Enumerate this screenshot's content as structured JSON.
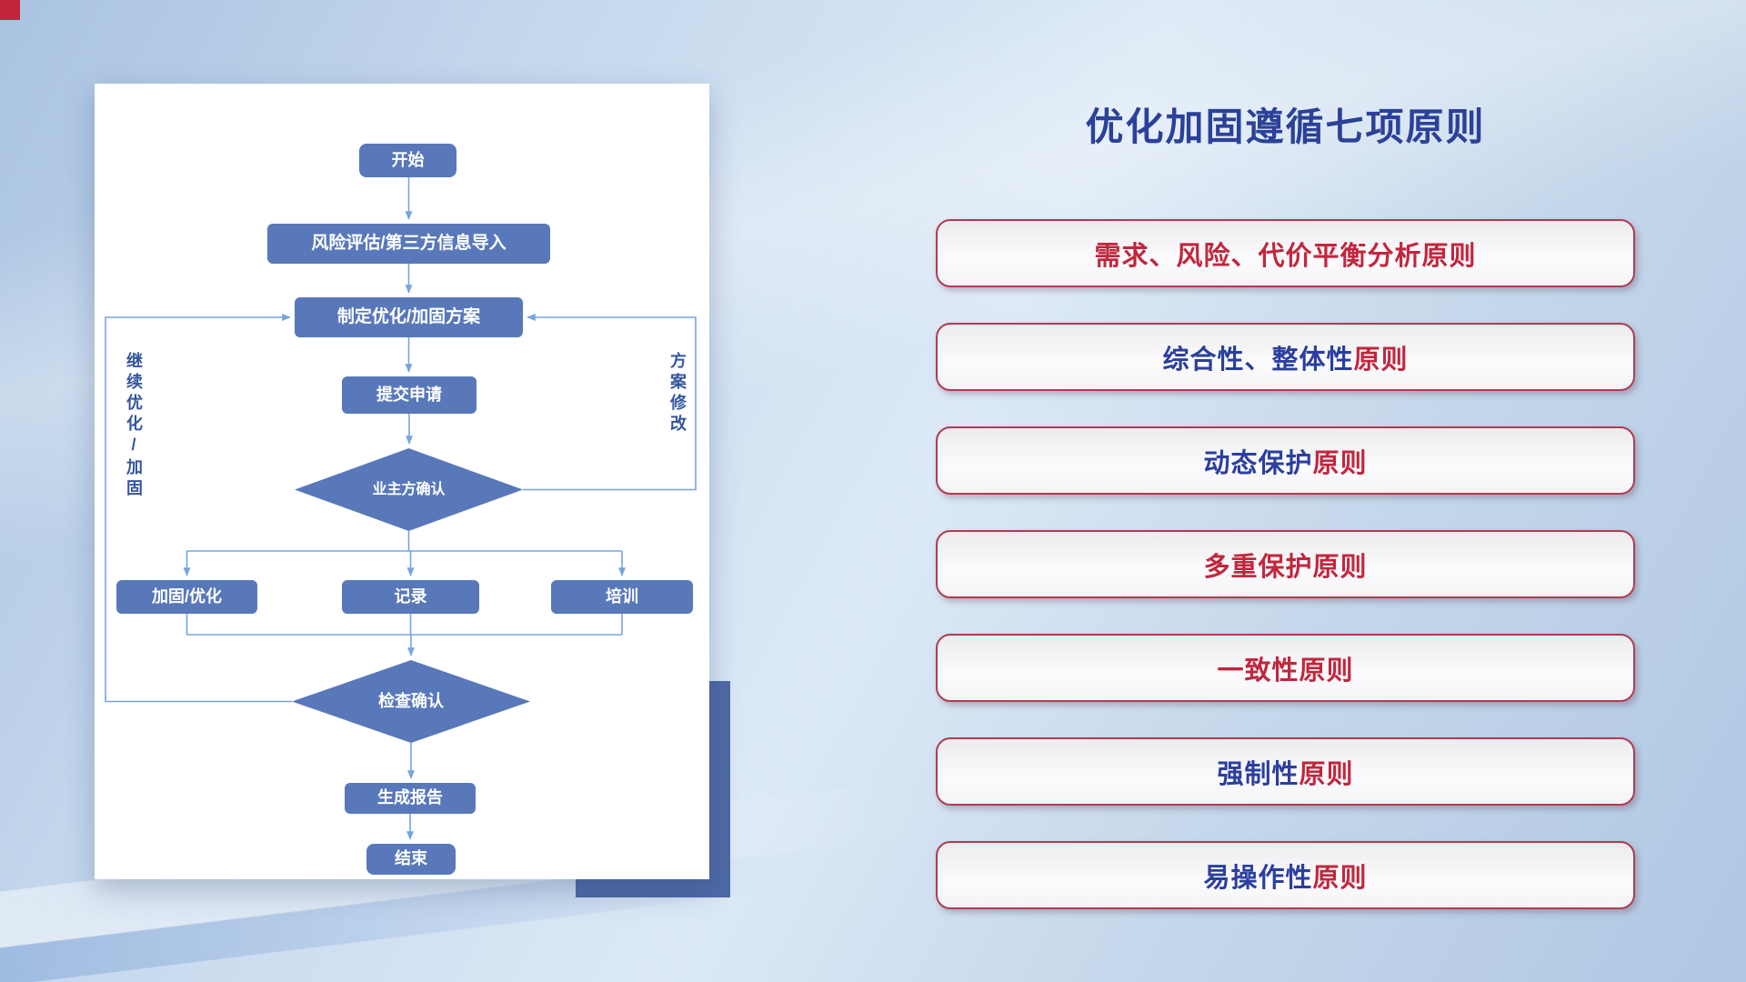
{
  "slide": {
    "title": "优化加固遵循七项原则"
  },
  "flowchart": {
    "nodes": {
      "start": "开始",
      "risk_import": "风险评估/第三方信息导入",
      "plan": "制定优化/加固方案",
      "submit": "提交申请",
      "owner_confirm": "业主方确认",
      "reinforce": "加固/优化",
      "record": "记录",
      "training": "培训",
      "check_confirm": "检查确认",
      "report": "生成报告",
      "end": "结束"
    },
    "labels": {
      "left_loop": "继续优化/加固",
      "right_loop": "方案修改"
    }
  },
  "principles": {
    "items": [
      {
        "part1": "需求、风险、代价平衡分析",
        "part2": "原则",
        "color1": "#C1273D",
        "color2": "#C1273D"
      },
      {
        "part1": "综合性、整体性",
        "part2": "原则",
        "color1": "#2B3F9E",
        "color2": "#C1273D"
      },
      {
        "part1": "动态保护",
        "part2": "原则",
        "color1": "#2B3F9E",
        "color2": "#C1273D"
      },
      {
        "part1": "多重保护",
        "part2": "原则",
        "color1": "#C1273D",
        "color2": "#C1273D"
      },
      {
        "part1": "一致性",
        "part2": "原则",
        "color1": "#C1273D",
        "color2": "#C1273D"
      },
      {
        "part1": "强制性",
        "part2": "原则",
        "color1": "#2B3F9E",
        "color2": "#C1273D"
      },
      {
        "part1": "易操作性",
        "part2": "原则",
        "color1": "#2B3F9E",
        "color2": "#C1273D"
      }
    ]
  },
  "colors": {
    "title": "#2B4199",
    "text_blue": "#2B3F9E",
    "text_red": "#C1273D",
    "principle_border": "#B23A50",
    "node_fill": "#5878BA",
    "connector": "#74A5DE",
    "corner_accent": "#C2243C",
    "card_offset": "#4E69A6"
  }
}
